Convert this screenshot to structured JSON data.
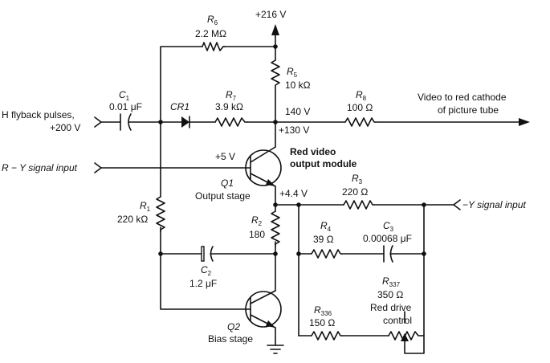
{
  "supply": {
    "label": "+216 V"
  },
  "inputs": {
    "h_flyback": {
      "line1": "H flyback pulses,",
      "line2": "+200 V"
    },
    "r_minus_y": "R − Y signal input",
    "minus_y": "−Y signal input"
  },
  "output": {
    "line1": "Video to red cathode",
    "line2": "of picture tube"
  },
  "module": {
    "line1": "Red video",
    "line2": "output module"
  },
  "voltages": {
    "v140": "140 V",
    "v130": "+130 V",
    "v5": "+5 V",
    "v44": "+4.4 V"
  },
  "components": {
    "C1": {
      "ref": "C",
      "sub": "1",
      "value": "0.01 μF"
    },
    "C2": {
      "ref": "C",
      "sub": "2",
      "value": "1.2 μF"
    },
    "C3": {
      "ref": "C",
      "sub": "3",
      "value": "0.00068 μF"
    },
    "CR1": {
      "ref": "CR1"
    },
    "R1": {
      "ref": "R",
      "sub": "1",
      "value": "220 kΩ"
    },
    "R2": {
      "ref": "R",
      "sub": "2",
      "value": "180"
    },
    "R3": {
      "ref": "R",
      "sub": "3",
      "value": "220 Ω"
    },
    "R4": {
      "ref": "R",
      "sub": "4",
      "value": "39 Ω"
    },
    "R5": {
      "ref": "R",
      "sub": "5",
      "value": "10 kΩ"
    },
    "R6": {
      "ref": "R",
      "sub": "6",
      "value": "2.2 MΩ"
    },
    "R7": {
      "ref": "R",
      "sub": "7",
      "value": "3.9 kΩ"
    },
    "R8": {
      "ref": "R",
      "sub": "8",
      "value": "100 Ω"
    },
    "R336": {
      "ref": "R",
      "sub": "336",
      "value": "150 Ω"
    },
    "R337": {
      "ref": "R",
      "sub": "337",
      "value": "350 Ω",
      "label1": "Red drive",
      "label2": "control"
    }
  },
  "transistors": {
    "Q1": {
      "ref": "Q1",
      "label": "Output stage"
    },
    "Q2": {
      "ref": "Q2",
      "label": "Bias stage"
    }
  }
}
